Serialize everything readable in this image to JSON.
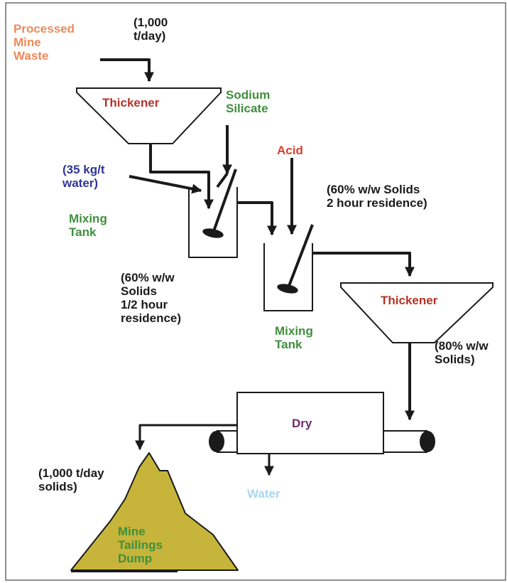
{
  "feed": {
    "name": "Processed\nMine\nWaste",
    "rate": "(1,000\nt/day)"
  },
  "thickener_1": "Thickener",
  "reagent_silicate": "Sodium\nSilicate",
  "water_dose": "(35 kg/t\nwater)",
  "mixing_tank_1": {
    "label": "Mixing\nTank",
    "conditions": "(60% w/w\nSolids\n1/2 hour\nresidence)"
  },
  "reagent_acid": "Acid",
  "mixing_tank_2": {
    "label": "Mixing\nTank",
    "conditions": "(60% w/w Solids\n2 hour residence)"
  },
  "thickener_2": {
    "label": "Thickener",
    "underflow": "(80% w/w\nSolids)"
  },
  "dryer": "Dry",
  "water_out": "Water",
  "dump": {
    "rate": "(1,000 t/day\nsolids)",
    "label": "Mine\nTailings\nDump"
  },
  "colors": {
    "feed": "#f0895a",
    "equipment": "#b5322a",
    "reagent": "#3f8f3c",
    "water_dose": "#2f3597",
    "acid": "#d8402e",
    "dryer": "#6f2a6a",
    "water_out": "#a9d6ee",
    "dump_fill": "#c6b53a",
    "note": "#1a1a1a"
  }
}
